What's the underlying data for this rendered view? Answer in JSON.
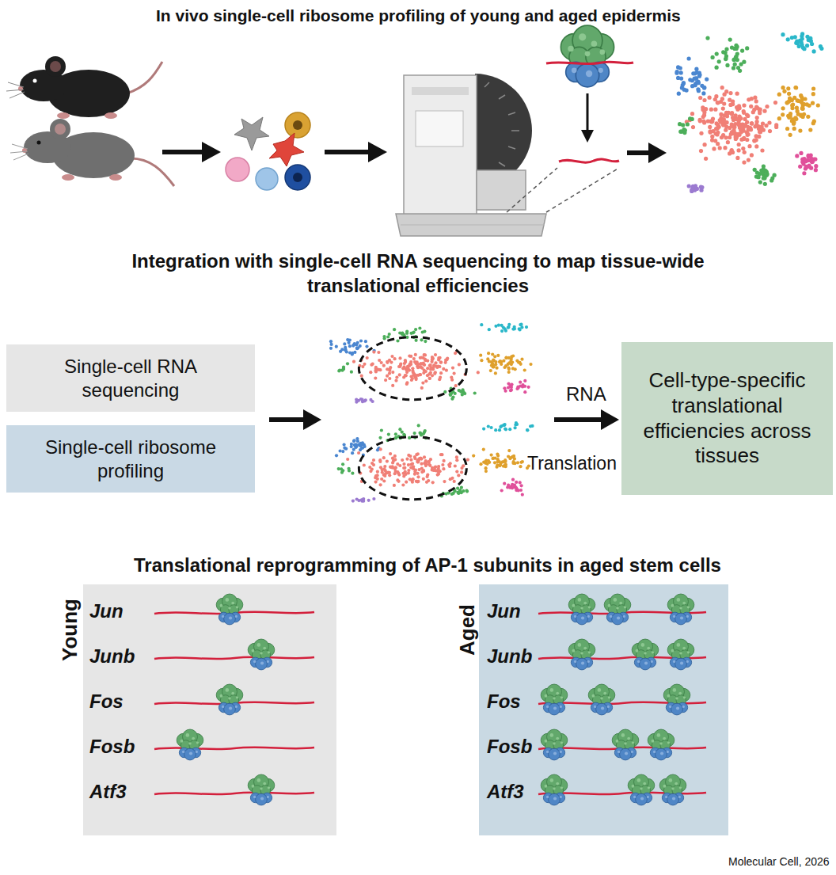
{
  "diagram": {
    "caption": "Molecular Cell, 2026",
    "nodes": [
      {
        "text": [
          "Single-cell RNA sequencing"
        ]
      },
      {
        "text": [
          "Single-cell ribosome profiling"
        ]
      },
      {
        "text": [
          "Cell-type-specific translational efficiencies across tissues"
        ]
      },
      {
        "text": [
          "Young",
          "Jun",
          "Junb",
          "Fos",
          "Fosb",
          "Atf3"
        ]
      },
      {
        "text": [
          "Aged",
          "Jun",
          "Junb",
          "Fos",
          "Fosb",
          "Atf3"
        ]
      }
    ],
    "labels": [
      "In vivo single-cell ribosome profiling of young and aged epidermis",
      "Integration with single-cell RNA sequencing to map tissue-wide translational efficiencies",
      "RNA",
      "Translation",
      "Translational reprogramming of AP-1 subunits in aged stem cells"
    ]
  }
}
